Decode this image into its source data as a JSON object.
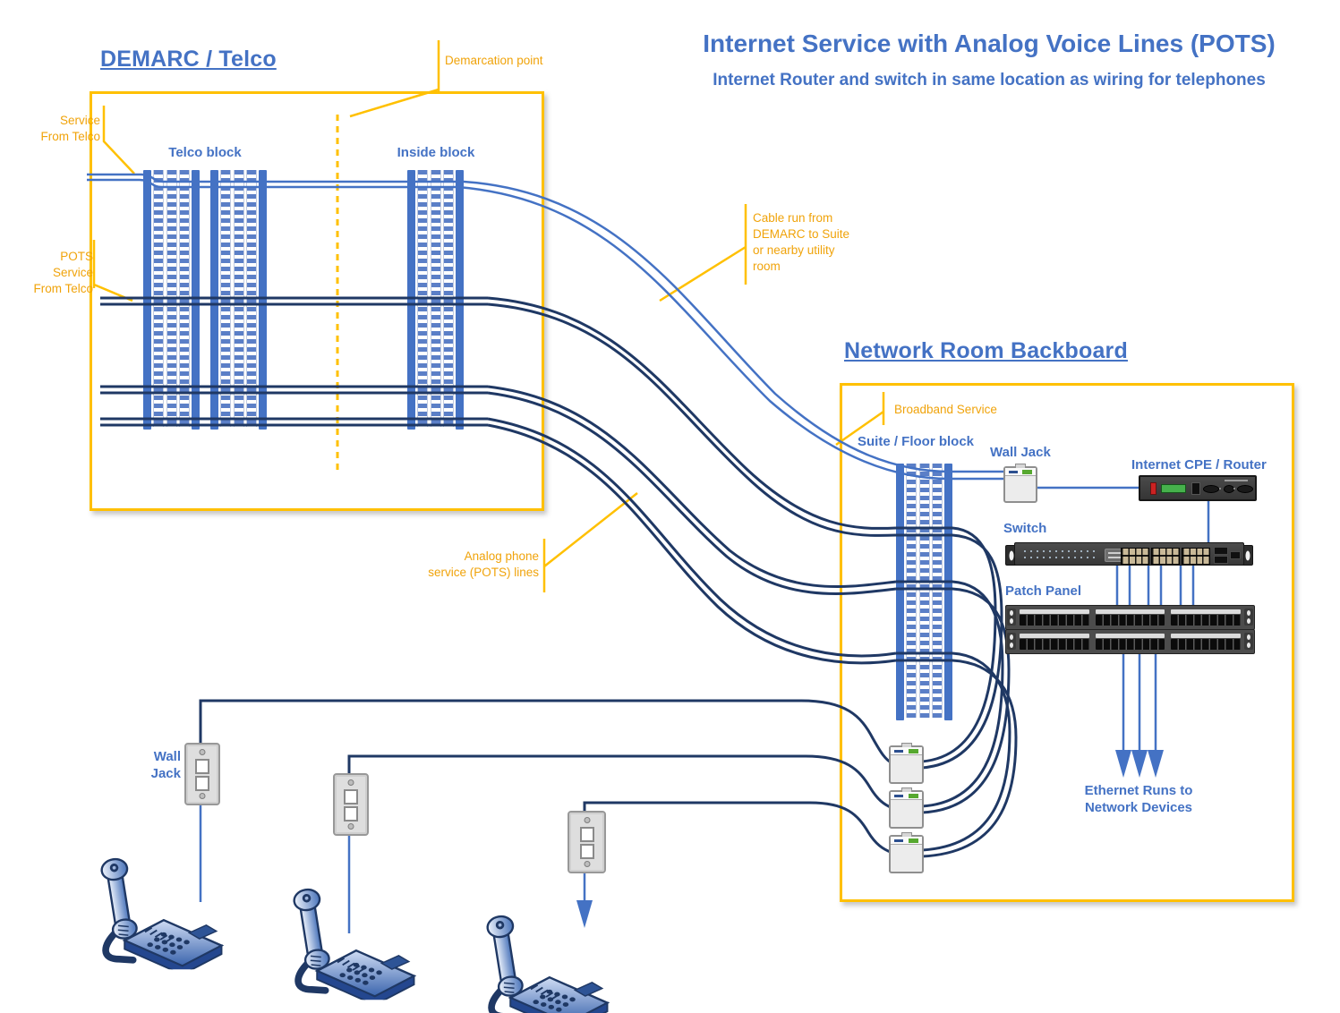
{
  "title": {
    "heading": "Internet Service with Analog Voice Lines (POTS)",
    "subheading": "Internet Router and switch in same location as wiring for telephones"
  },
  "demarc": {
    "heading": "DEMARC / Telco",
    "telco_block": "Telco block",
    "inside_block": "Inside block",
    "demarcation_point": "Demarcation point",
    "service_from_telco": "Service\nFrom Telco",
    "pots_service": "POTS Service\nFrom Telco"
  },
  "annotations": {
    "cable_run": "Cable run from\nDEMARC to Suite\nor nearby utility\nroom",
    "analog_phone_lines": "Analog phone\nservice (POTS) lines",
    "broadband_service": "Broadband Service"
  },
  "network_room": {
    "heading": "Network Room Backboard",
    "suite_floor_block": "Suite / Floor block",
    "wall_jack": "Wall Jack",
    "router": "Internet CPE / Router",
    "switch": "Switch",
    "patch_panel": "Patch Panel",
    "ethernet_runs": "Ethernet Runs to\nNetwork Devices"
  },
  "suite": {
    "wall_jack": "Wall Jack"
  },
  "colors": {
    "accent_blue": "#4472C4",
    "navy": "#1F3864",
    "gold": "#FFC000"
  }
}
